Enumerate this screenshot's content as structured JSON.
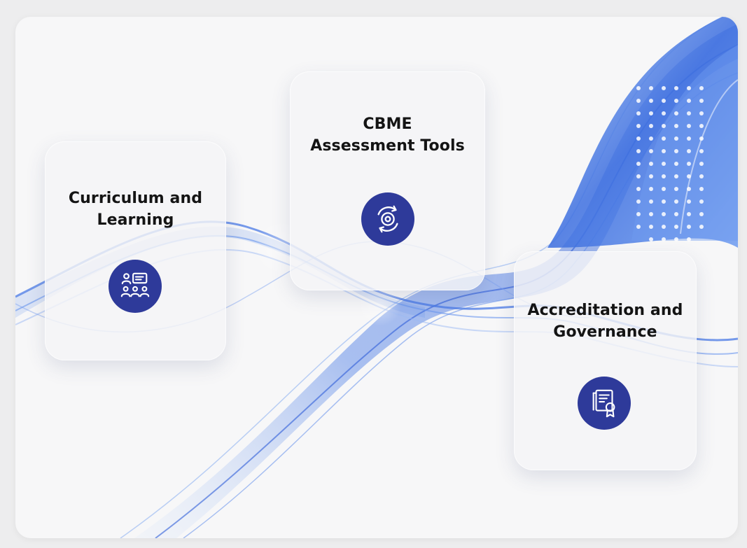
{
  "cards": [
    {
      "title_line1": "Curriculum and",
      "title_line2": "Learning",
      "icon": "classroom-training-icon"
    },
    {
      "title_line1": "CBME",
      "title_line2": "Assessment Tools",
      "icon": "cycle-target-icon"
    },
    {
      "title_line1": "Accreditation and",
      "title_line2": "Governance",
      "icon": "certificate-award-icon"
    }
  ],
  "colors": {
    "icon_background": "#2e3a9a",
    "wave_blue": "#3d6fe0",
    "page_background": "#f7f7f8",
    "title_text": "#141414"
  }
}
